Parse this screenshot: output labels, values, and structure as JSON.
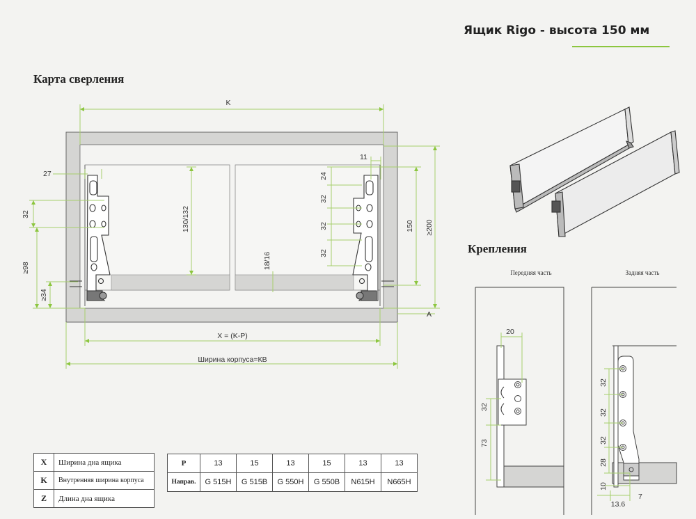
{
  "header": {
    "title": "Ящик Rigo - высота 150 мм"
  },
  "sections": {
    "drilling": "Карта сверления",
    "fastening": "Крепления"
  },
  "drilling_dims": {
    "k": "K",
    "d27": "27",
    "d11": "11",
    "d24": "24",
    "d32a": "32",
    "d32b": "32",
    "d32c": "32",
    "d130": "130/132",
    "d150": "150",
    "d200": "≥200",
    "d18": "18/16",
    "d32l": "32",
    "d98": "≥98",
    "d34": "≥34",
    "a": "A",
    "x": "X = (K-P)",
    "kb": "Ширина корпуса=КВ"
  },
  "fastening": {
    "front_label": "Передняя часть",
    "rear_label": "Задняя часть",
    "f20": "20",
    "f32": "32",
    "f73": "73",
    "r32a": "32",
    "r32b": "32",
    "r32c": "32",
    "r28": "28",
    "r10": "10",
    "r136": "13.6",
    "r7": "7"
  },
  "legend": [
    {
      "key": "X",
      "text": "Ширина дна ящика"
    },
    {
      "key": "K",
      "text": "Внутренняя ширина корпуса"
    },
    {
      "key": "Z",
      "text": "Длина дна ящика"
    }
  ],
  "guides": {
    "p_label": "P",
    "dir_label": "Направ.",
    "p_values": [
      "13",
      "15",
      "13",
      "15",
      "13",
      "13"
    ],
    "models": [
      "G 515H",
      "G 515B",
      "G 550H",
      "G 550B",
      "N615H",
      "N665H"
    ]
  },
  "colors": {
    "accent": "#8cc63f",
    "panel": "#d5d5d3",
    "dim_line": "#a6cf6b"
  }
}
